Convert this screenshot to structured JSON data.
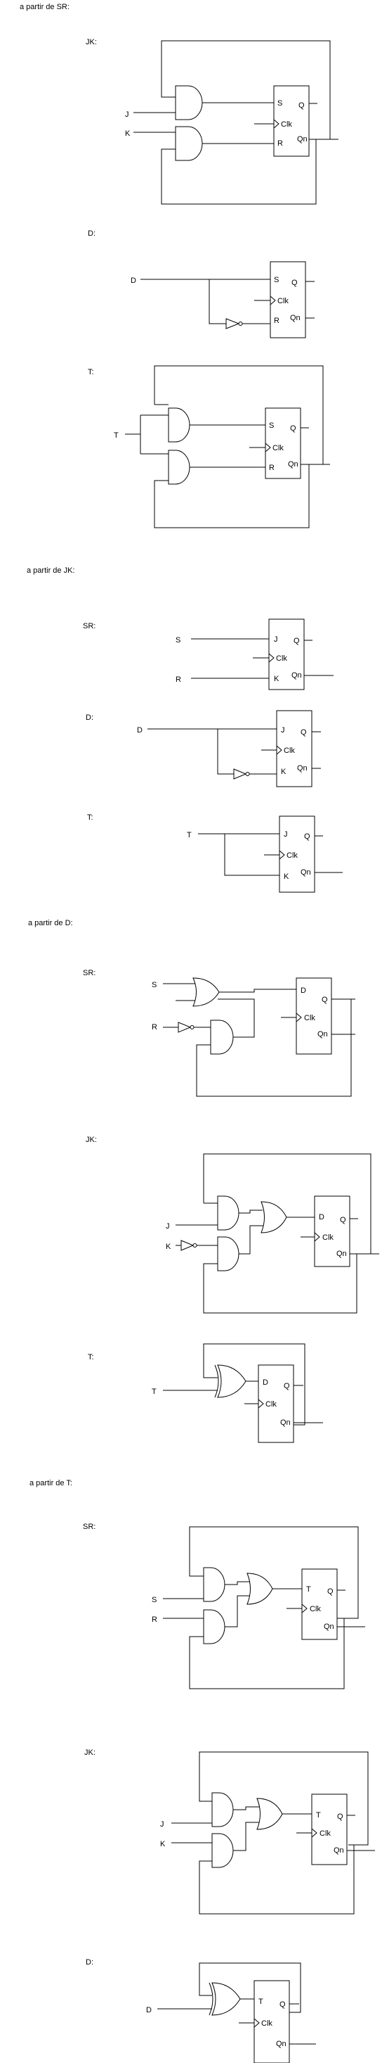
{
  "sections": [
    {
      "title": "a partir de SR:",
      "circuits": [
        {
          "label": "JK:",
          "inputs": [
            "J",
            "K"
          ],
          "ports": [
            "S",
            "Clk",
            "R",
            "Q",
            "Qn"
          ]
        },
        {
          "label": "D:",
          "inputs": [
            "D"
          ],
          "ports": [
            "S",
            "Clk",
            "R",
            "Q",
            "Qn"
          ]
        },
        {
          "label": "T:",
          "inputs": [
            "T"
          ],
          "ports": [
            "S",
            "Clk",
            "R",
            "Q",
            "Qn"
          ]
        }
      ]
    },
    {
      "title": "a partir de JK:",
      "circuits": [
        {
          "label": "SR:",
          "inputs": [
            "S",
            "R"
          ],
          "ports": [
            "J",
            "Clk",
            "K",
            "Q",
            "Qn"
          ]
        },
        {
          "label": "D:",
          "inputs": [
            "D"
          ],
          "ports": [
            "J",
            "Clk",
            "K",
            "Q",
            "Qn"
          ]
        },
        {
          "label": "T:",
          "inputs": [
            "T"
          ],
          "ports": [
            "J",
            "Clk",
            "K",
            "Q",
            "Qn"
          ]
        }
      ]
    },
    {
      "title": "a partir de D:",
      "circuits": [
        {
          "label": "SR:",
          "inputs": [
            "S",
            "R"
          ],
          "ports": [
            "D",
            "Clk",
            "Q",
            "Qn"
          ]
        },
        {
          "label": "JK:",
          "inputs": [
            "J",
            "K"
          ],
          "ports": [
            "D",
            "Clk",
            "Q",
            "Qn"
          ]
        },
        {
          "label": "T:",
          "inputs": [
            "T"
          ],
          "ports": [
            "D",
            "Clk",
            "Q",
            "Qn"
          ]
        }
      ]
    },
    {
      "title": "a partir de T:",
      "circuits": [
        {
          "label": "SR:",
          "inputs": [
            "S",
            "R"
          ],
          "ports": [
            "T",
            "Clk",
            "Q",
            "Qn"
          ]
        },
        {
          "label": "JK:",
          "inputs": [
            "J",
            "K"
          ],
          "ports": [
            "T",
            "Clk",
            "Q",
            "Qn"
          ]
        },
        {
          "label": "D:",
          "inputs": [
            "D"
          ],
          "ports": [
            "T",
            "Clk",
            "Q",
            "Qn"
          ]
        }
      ]
    }
  ]
}
